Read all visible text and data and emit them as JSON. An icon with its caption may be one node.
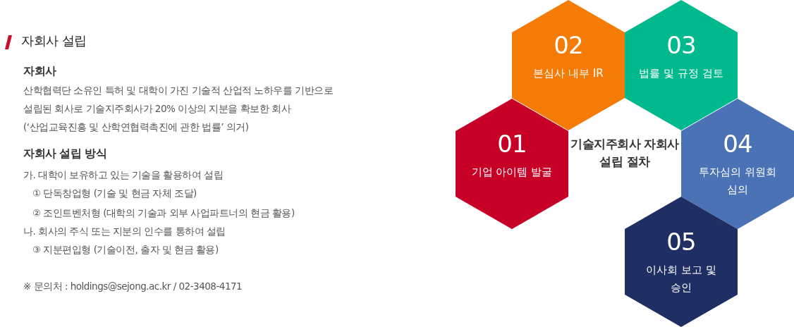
{
  "diagram": {
    "title": "자회사 설립",
    "nodes": [
      {
        "text": [
          "01",
          "기업 아이템 발굴"
        ]
      },
      {
        "text": [
          "02",
          "본심사 내부 IR"
        ]
      },
      {
        "text": [
          "03",
          "법률 및 규정 검토"
        ]
      },
      {
        "text": [
          "04",
          "투자심의 위원회 심의"
        ]
      },
      {
        "text": [
          "05",
          "이사회 보고 및 승인"
        ]
      }
    ],
    "labels": [
      "자회사",
      "산학협력단 소유인 특허 및 대학이 가진 기술적 산업적 노하우를 기반으로 설립된 회사로 기술지주회사가 20% 이상의 지분을 확보한 회사 (‘산업교육진흥 및 산학연협력촉진에 관한 법률’ 의거)",
      "자회사 설립 방식",
      "가. 대학이 보유하고 있는 기술을 활용하여 설립",
      "① 단독창업형 (기술 및 현금 자체 조달)",
      "② 조인트벤처형 (대학의 기술과 외부 사업파트너의 현금 활용)",
      "나. 회사의 주식 또는 지분의 인수를 통하여 설립",
      "③ 지분편입형 (기술이전, 출자 및 현금 활용)",
      "※ 문의처 : holdings@sejong.ac.kr / 02-3408-4171",
      "기술지주회사 자회사 설립 절차"
    ]
  }
}
